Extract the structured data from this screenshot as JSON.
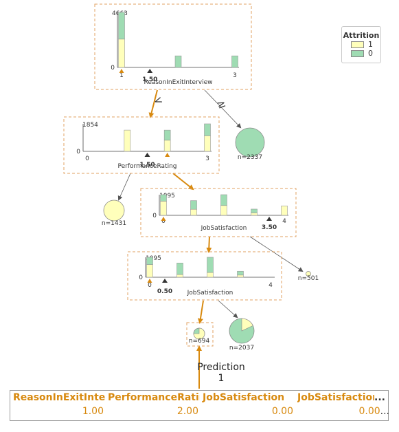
{
  "legend": {
    "title": "Attrition",
    "items": [
      {
        "label": "1",
        "color": "#ffffbb"
      },
      {
        "label": "0",
        "color": "#9fdcb3"
      }
    ]
  },
  "colors": {
    "class1": "#ffffbb",
    "class0": "#9fdcb3",
    "path": "#d88a10",
    "box_border": "#e0a060",
    "marker": "#333333"
  },
  "nodes": [
    {
      "id": "n1",
      "feature": "ReasonInExitInterview",
      "split": "1.50",
      "ymax_label": "4663",
      "ymin_label": "0",
      "xticks": [
        "1",
        "3"
      ],
      "xrange": [
        1,
        3
      ],
      "ymax": 4663,
      "bars": [
        {
          "x": 1,
          "c1": 2400,
          "c0": 2263
        },
        {
          "x": 2,
          "c1": 0,
          "c0": 980
        },
        {
          "x": 3,
          "c1": 0,
          "c0": 980
        }
      ],
      "instance_value": 1
    },
    {
      "id": "n2",
      "feature": "PerformanceRating",
      "split": "1.50",
      "ymax_label": "1854",
      "ymin_label": "0",
      "xticks": [
        "0",
        "3"
      ],
      "xrange": [
        0,
        3
      ],
      "ymax": 1854,
      "bars": [
        {
          "x": 1,
          "c1": 1431,
          "c0": 0
        },
        {
          "x": 2,
          "c1": 750,
          "c0": 680
        },
        {
          "x": 3,
          "c1": 1050,
          "c0": 804
        }
      ],
      "instance_value": 2
    },
    {
      "id": "n3",
      "feature": "JobSatisfaction",
      "split": "3.50",
      "ymax_label": "1095",
      "ymin_label": "0",
      "xticks": [
        "0",
        "4"
      ],
      "xrange": [
        0,
        4
      ],
      "ymax": 1095,
      "bars": [
        {
          "x": 0,
          "c1": 750,
          "c0": 345
        },
        {
          "x": 1,
          "c1": 320,
          "c0": 460
        },
        {
          "x": 2,
          "c1": 520,
          "c0": 575
        },
        {
          "x": 3,
          "c1": 130,
          "c0": 200
        },
        {
          "x": 4,
          "c1": 501,
          "c0": 0
        }
      ],
      "instance_value": 0
    },
    {
      "id": "n4",
      "feature": "JobSatisfaction",
      "split": "0.50",
      "ymax_label": "1095",
      "ymin_label": "0",
      "xticks": [
        "0",
        "4"
      ],
      "xrange": [
        0,
        4
      ],
      "ymax": 1095,
      "bars": [
        {
          "x": 0,
          "c1": 694,
          "c0": 401
        },
        {
          "x": 1,
          "c1": 150,
          "c0": 630
        },
        {
          "x": 2,
          "c1": 260,
          "c0": 835
        },
        {
          "x": 3,
          "c1": 120,
          "c0": 210
        }
      ],
      "instance_value": 0
    }
  ],
  "leaves": [
    {
      "id": "l1",
      "n_label": "n=2337",
      "frac1": 0.0
    },
    {
      "id": "l2",
      "n_label": "n=1431",
      "frac1": 1.0
    },
    {
      "id": "l3",
      "n_label": "n=501",
      "frac1": 1.0
    },
    {
      "id": "l4",
      "n_label": "n=694",
      "frac1": 0.75
    },
    {
      "id": "l5",
      "n_label": "n=2037",
      "frac1": 0.18
    }
  ],
  "edge_labels": {
    "left": "<",
    "right": "≥"
  },
  "prediction": {
    "label": "Prediction",
    "value": "1"
  },
  "table": {
    "headers": [
      "ReasonInExitInterview",
      "PerformanceRating",
      "JobSatisfaction",
      "JobSatisfaction"
    ],
    "values": [
      "1.00",
      "2.00",
      "0.00",
      "0.00"
    ],
    "ellipsis": "..."
  }
}
